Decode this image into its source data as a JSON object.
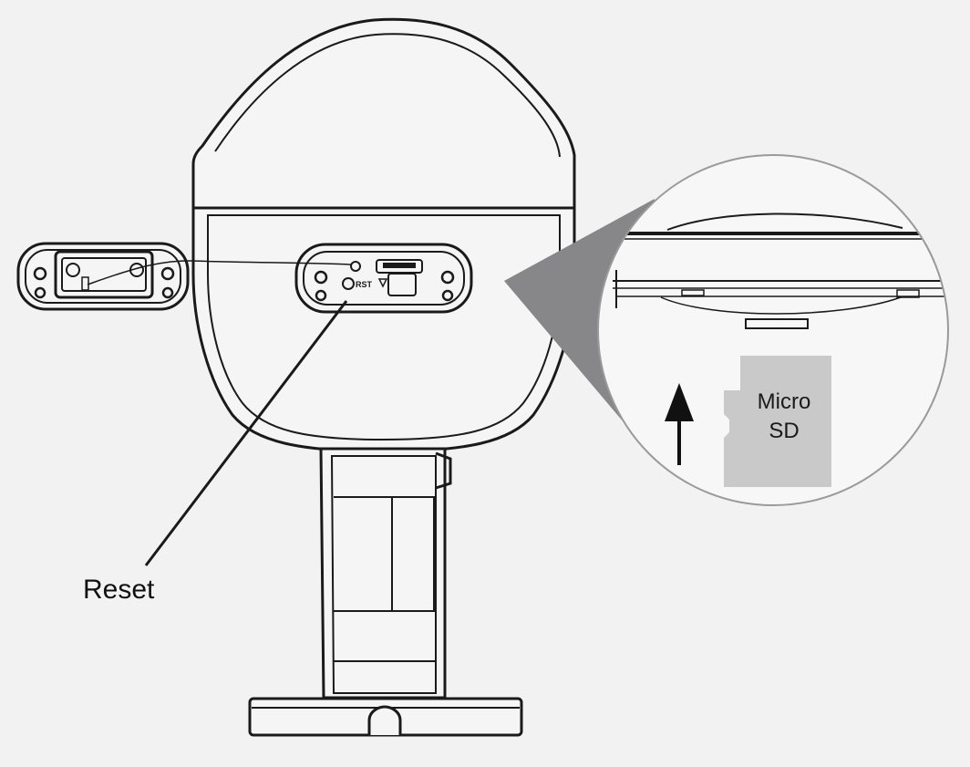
{
  "labels": {
    "reset": "Reset",
    "sd_line1": "Micro",
    "sd_line2": "SD",
    "rst": "RST"
  },
  "colors": {
    "background": "#f2f2f2",
    "line": "#1a1a1a",
    "body_fill": "#f5f5f5",
    "callout_wedge": "#87878a",
    "sd_card": "#c9c9c9",
    "magnifier_border": "#9a9a9a"
  },
  "icons": {
    "insert_direction": "arrow-up-icon"
  }
}
